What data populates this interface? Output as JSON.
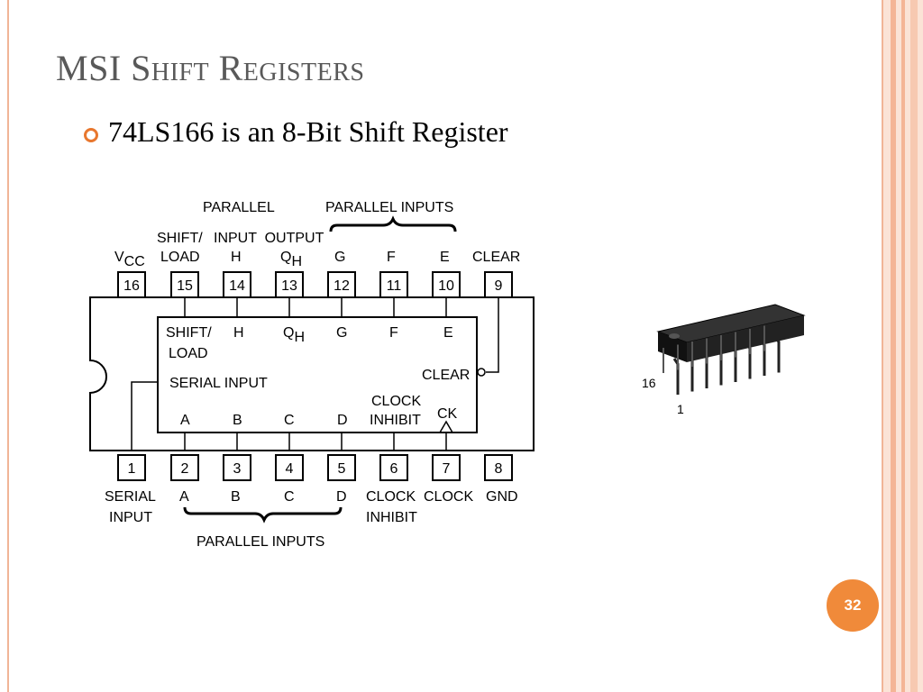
{
  "slide": {
    "title": "MSI Shift Registers",
    "bullet": "74LS166 is an 8-Bit Shift Register",
    "page_number": "32"
  },
  "colors": {
    "accent": "#f08a3a",
    "frame": "#f1b597",
    "title": "#595959"
  },
  "chip": {
    "top_pins": [
      {
        "num": "16",
        "label": "V",
        "sub": "CC"
      },
      {
        "num": "15",
        "label": "SHIFT/",
        "label2": "LOAD"
      },
      {
        "num": "14",
        "label": "H"
      },
      {
        "num": "13",
        "label": "Q",
        "sub": "H"
      },
      {
        "num": "12",
        "label": "G"
      },
      {
        "num": "11",
        "label": "F"
      },
      {
        "num": "10",
        "label": "E"
      },
      {
        "num": "9",
        "label": "CLEAR"
      }
    ],
    "bottom_pins": [
      {
        "num": "1",
        "label": "SERIAL",
        "label2": "INPUT"
      },
      {
        "num": "2",
        "label": "A"
      },
      {
        "num": "3",
        "label": "B"
      },
      {
        "num": "4",
        "label": "C"
      },
      {
        "num": "5",
        "label": "D"
      },
      {
        "num": "6",
        "label": "CLOCK",
        "label2": "INHIBIT"
      },
      {
        "num": "7",
        "label": "CLOCK"
      },
      {
        "num": "8",
        "label": "GND"
      }
    ],
    "top_group_labels": {
      "parallel": "PARALLEL",
      "input_output": "INPUT  OUTPUT",
      "parallel_inputs": "PARALLEL INPUTS"
    },
    "bottom_group_label": "PARALLEL INPUTS",
    "inner": {
      "shift_load_1": "SHIFT/",
      "shift_load_2": "LOAD",
      "h": "H",
      "qh": "Q",
      "qh_sub": "H",
      "g": "G",
      "f": "F",
      "e": "E",
      "serial_input": "SERIAL INPUT",
      "clear": "CLEAR",
      "clock_inhibit_1": "CLOCK",
      "clock_inhibit_2": "INHIBIT",
      "ck": "CK",
      "a": "A",
      "b": "B",
      "c": "C",
      "d": "D"
    },
    "package_labels": {
      "pin16": "16",
      "pin1": "1"
    }
  }
}
